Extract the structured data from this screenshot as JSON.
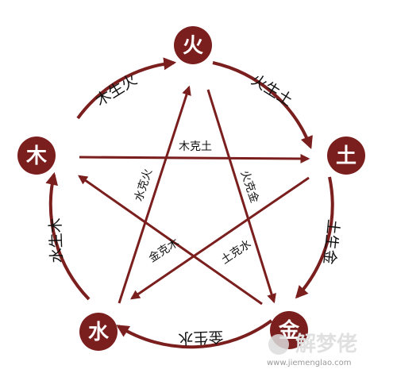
{
  "elements": {
    "fire": "火",
    "earth": "土",
    "metal": "金",
    "water": "水",
    "wood": "木"
  },
  "generating": {
    "fire_earth": "火生土",
    "earth_metal": "土生金",
    "metal_water": "金生水",
    "water_wood": "水生木",
    "wood_fire": "木生火"
  },
  "controlling": {
    "wood_earth": "木克土",
    "fire_metal": "火克金",
    "earth_water": "土克水",
    "metal_wood": "金克木",
    "water_fire": "水克火"
  },
  "watermark": {
    "text": "解梦佬",
    "url": "www.jiemenglao.com"
  },
  "colors": {
    "node": "#7a1f1e",
    "arrow": "#7a1f1e",
    "label": "#111111"
  }
}
